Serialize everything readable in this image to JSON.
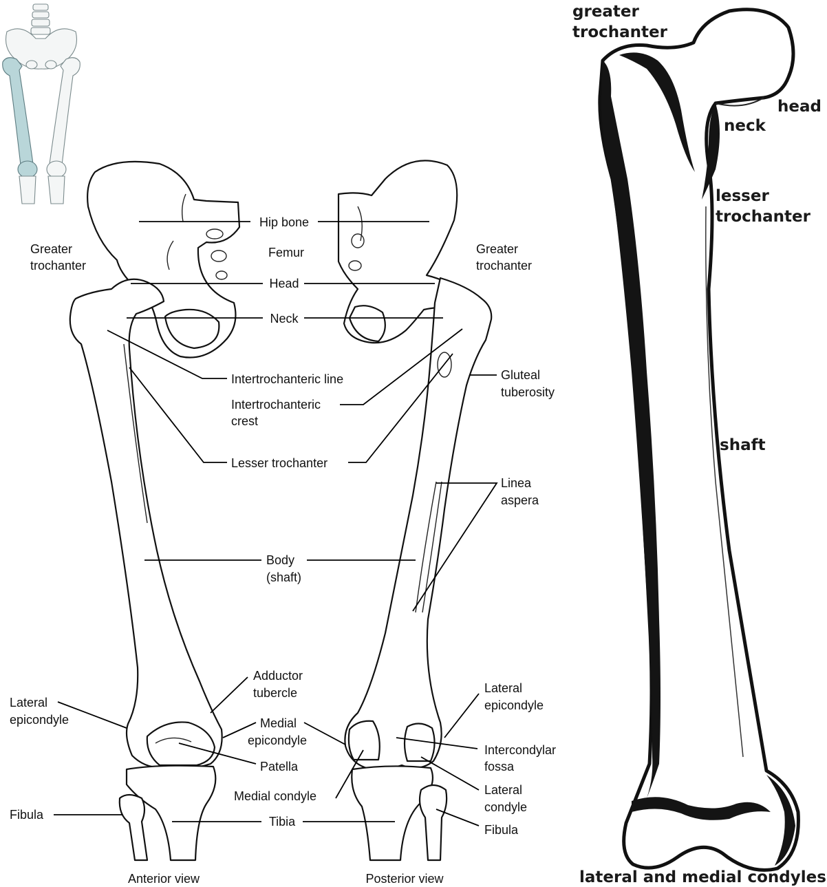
{
  "inset": {
    "highlight_color": "#cfe3e5"
  },
  "labels": {
    "hip_bone": "Hip bone",
    "femur": "Femur",
    "head": "Head",
    "neck": "Neck",
    "greater_trochanter_left_1": "Greater",
    "greater_trochanter_left_2": "trochanter",
    "greater_trochanter_right_1": "Greater",
    "greater_trochanter_right_2": "trochanter",
    "intertrochanteric_line": "Intertrochanteric line",
    "intertrochanteric_crest_1": "Intertrochanteric",
    "intertrochanteric_crest_2": "crest",
    "gluteal_tuberosity_1": "Gluteal",
    "gluteal_tuberosity_2": "tuberosity",
    "lesser_trochanter": "Lesser trochanter",
    "linea_aspera_1": "Linea",
    "linea_aspera_2": "aspera",
    "body_1": "Body",
    "body_2": "(shaft)",
    "adductor_tubercle_1": "Adductor",
    "adductor_tubercle_2": "tubercle",
    "lateral_epicondyle_left_1": "Lateral",
    "lateral_epicondyle_left_2": "epicondyle",
    "lateral_epicondyle_right_1": "Lateral",
    "lateral_epicondyle_right_2": "epicondyle",
    "medial_epicondyle_1": "Medial",
    "medial_epicondyle_2": "epicondyle",
    "intercondylar_fossa_1": "Intercondylar",
    "intercondylar_fossa_2": "fossa",
    "patella": "Patella",
    "lateral_condyle_1": "Lateral",
    "lateral_condyle_2": "condyle",
    "medial_condyle": "Medial condyle",
    "fibula_left": "Fibula",
    "fibula_right": "Fibula",
    "tibia": "Tibia",
    "anterior_view": "Anterior view",
    "posterior_view": "Posterior view"
  },
  "right_figure": {
    "greater_trochanter_1": "greater",
    "greater_trochanter_2": "trochanter",
    "head": "head",
    "neck": "neck",
    "lesser_trochanter_1": "lesser",
    "lesser_trochanter_2": "trochanter",
    "shaft": "shaft",
    "condyles": "lateral and medial condyles"
  }
}
